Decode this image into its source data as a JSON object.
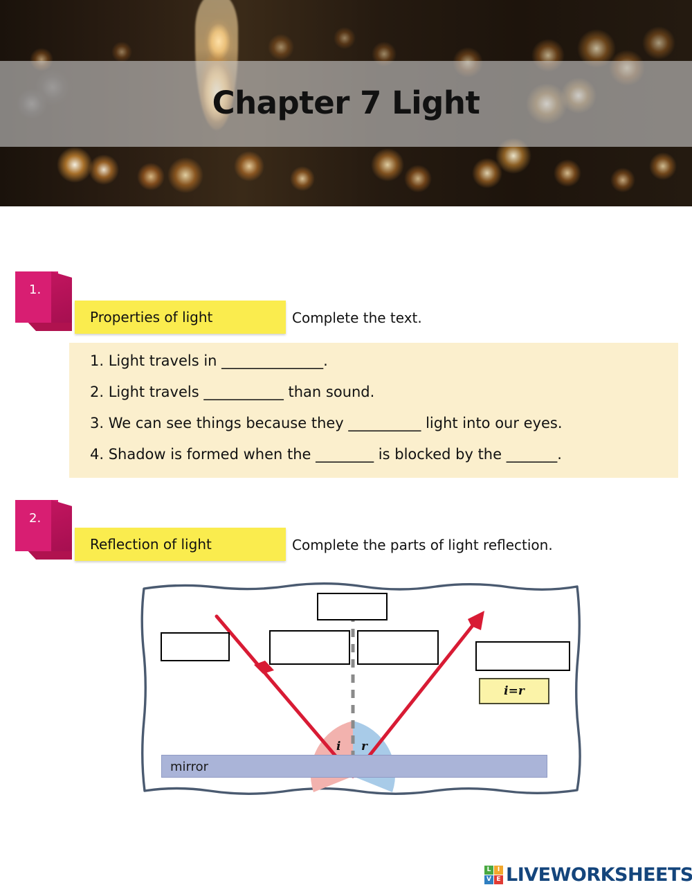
{
  "header": {
    "title": "Chapter 7 Light"
  },
  "exercises": [
    {
      "number": "1.",
      "label": "Properties of light",
      "instruction": "Complete the text.",
      "lines": [
        "1. Light travels in ______________.",
        "2. Light travels ___________ than sound.",
        "3. We can see things because they __________ light into our eyes.",
        "4. Shadow is formed when the ________ is blocked by the _______."
      ]
    },
    {
      "number": "2.",
      "label": "Reflection of light",
      "instruction": "Complete the parts of light reflection."
    }
  ],
  "diagram": {
    "answer_boxes": [
      "",
      "",
      "",
      "",
      ""
    ],
    "angle_incidence_label": "i",
    "angle_reflection_label": "r",
    "formula_box": "i=r",
    "mirror_label": "mirror",
    "colors": {
      "incidence_sector": "#f2b2ae",
      "reflection_sector": "#a8cbe8",
      "ray": "#d81b34",
      "mirror": "#aab4d8",
      "normal_line": "#808080",
      "frame": "#4a5a70"
    }
  },
  "footer": {
    "logo_blocks": [
      "L",
      "I",
      "V",
      "E"
    ],
    "logo_word": "LIVEWORKSHEETS"
  }
}
